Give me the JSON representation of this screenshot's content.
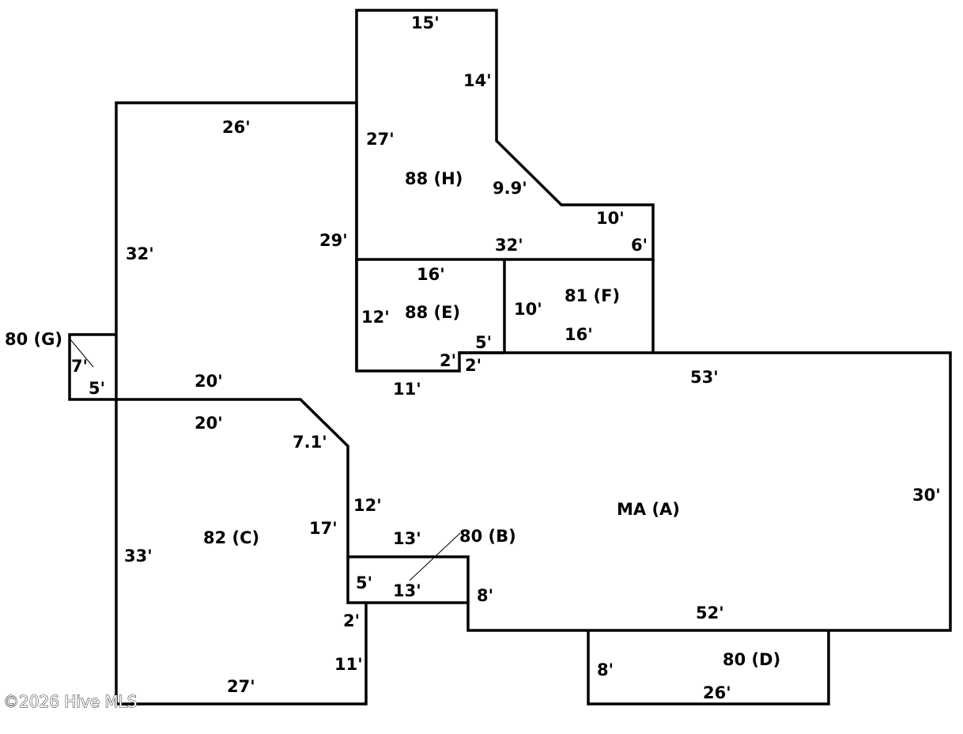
{
  "areas": {
    "main": "MA (A)",
    "b": "80 (B)",
    "c": "82 (C)",
    "d": "80 (D)",
    "e": "88 (E)",
    "f": "81 (F)",
    "g": "80 (G)",
    "h": "88 (H)"
  },
  "dimensions": {
    "h_top": "15'",
    "h_right_upper": "14'",
    "h_left": "27'",
    "h_diagonal": "9.9'",
    "h_step": "10'",
    "h_right_lower": "6'",
    "h_bottom": "32'",
    "left_top": "26'",
    "left_upper_side": "32'",
    "left_inner_side": "29'",
    "e_top": "16'",
    "e_left": "12'",
    "e_notch_a": "5'",
    "e_notch_b": "2'",
    "e_notch_c": "2'",
    "e_bottom": "11'",
    "f_left": "10'",
    "f_bottom": "16'",
    "main_top": "53'",
    "main_right": "30'",
    "main_bottom": "52'",
    "g_side": "7'",
    "g_bottom": "5'",
    "divider_upper": "20'",
    "divider_lower": "20'",
    "c_diagonal": "7.1'",
    "c_inner_right": "12'",
    "c_right": "17'",
    "c_left": "33'",
    "b_top": "13'",
    "b_left": "5'",
    "b_bottom": "13'",
    "b_right": "8'",
    "c_step": "2'",
    "c_lower_right": "11'",
    "c_bottom": "27'",
    "d_left": "8'",
    "d_bottom": "26'"
  },
  "watermark": "©2026 Hive MLS"
}
